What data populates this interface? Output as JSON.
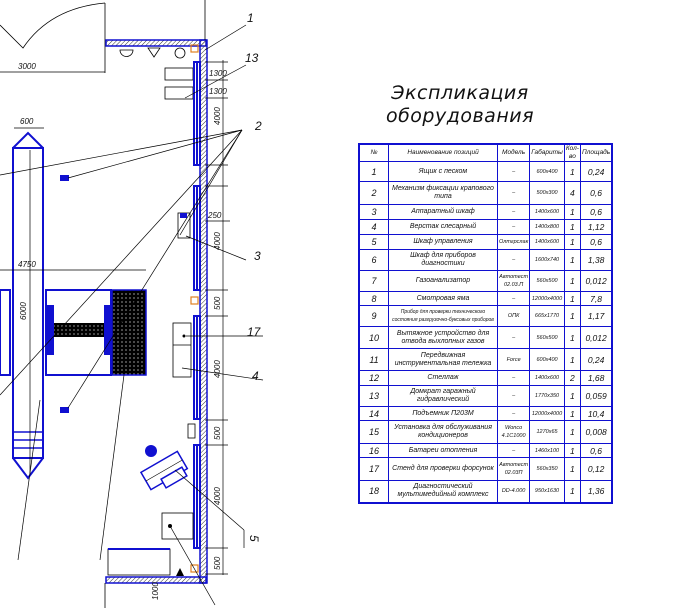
{
  "title": {
    "line1": "Экспликация",
    "line2": "оборудования"
  },
  "table": {
    "headers": [
      "№",
      "Наименование позиций",
      "Модель",
      "Габариты",
      "Кол-во",
      "Площадь"
    ],
    "rows": [
      {
        "no": "1",
        "name": "Ящик с песком",
        "model": "–",
        "size": "600х400",
        "qty": "1",
        "area": "0,24"
      },
      {
        "no": "2",
        "name": "Механизм фиксации крапового типа",
        "model": "–",
        "size": "500х300",
        "qty": "4",
        "area": "0,6"
      },
      {
        "no": "3",
        "name": "Аппаратный шкаф",
        "model": "–",
        "size": "1400х600",
        "qty": "1",
        "area": "0,6"
      },
      {
        "no": "4",
        "name": "Верстак слесарный",
        "model": "–",
        "size": "1400х800",
        "qty": "1",
        "area": "1,12"
      },
      {
        "no": "5",
        "name": "Шкаф управления",
        "model": "Олтгрслак",
        "size": "1400х600",
        "qty": "1",
        "area": "0,6"
      },
      {
        "no": "6",
        "name": "Шкаф для приборов диагностики",
        "model": "–",
        "size": "1600х740",
        "qty": "1",
        "area": "1,38"
      },
      {
        "no": "7",
        "name": "Газоанализатор",
        "model": "Автотест 02.03.П",
        "size": "560х500",
        "qty": "1",
        "area": "0,012"
      },
      {
        "no": "8",
        "name": "Смотровая яма",
        "model": "–",
        "size": "12000х4000",
        "qty": "1",
        "area": "7,8"
      },
      {
        "no": "9",
        "name": "Прибор для проверки технического состояния разгрузочно-буксовых приборов",
        "model": "ОПК",
        "size": "665х1770",
        "qty": "1",
        "area": "1,17"
      },
      {
        "no": "10",
        "name": "Вытяжное устройство для отвода выхлопных газов",
        "model": "–",
        "size": "560х500",
        "qty": "1",
        "area": "0,012"
      },
      {
        "no": "11",
        "name": "Передвижная инструментальная тележка",
        "model": "Force",
        "size": "600х400",
        "qty": "1",
        "area": "0,24"
      },
      {
        "no": "12",
        "name": "Стеллаж",
        "model": "–",
        "size": "1400х600",
        "qty": "2",
        "area": "1,68"
      },
      {
        "no": "13",
        "name": "Домкрат гаражный гидравлический",
        "model": "–",
        "size": "1770х350",
        "qty": "1",
        "area": "0,059"
      },
      {
        "no": "14",
        "name": "Подъемник П203М",
        "model": "–",
        "size": "12000х4000",
        "qty": "1",
        "area": "10,4"
      },
      {
        "no": "15",
        "name": "Установка для обслуживания кондиционеров",
        "model": "Wonco 4.1С1000",
        "size": "1270х65",
        "qty": "1",
        "area": "0,008"
      },
      {
        "no": "16",
        "name": "Батареи отопления",
        "model": "–",
        "size": "1460х100",
        "qty": "1",
        "area": "0,6"
      },
      {
        "no": "17",
        "name": "Стенд для проверки форсунок",
        "model": "Автотест 02.03П",
        "size": "560х350",
        "qty": "1",
        "area": "0,12"
      },
      {
        "no": "18",
        "name": "Диагностический мультимедийный комплекс",
        "model": "DD-4.000",
        "size": "950х1630",
        "qty": "1",
        "area": "1,36"
      }
    ]
  },
  "drawing": {
    "callouts": {
      "c1": "1",
      "c13": "13",
      "c2": "2",
      "c3": "3",
      "c17": "17",
      "c4": "4",
      "c5": "5"
    },
    "dims": {
      "door": "3000",
      "width600": "600",
      "span4750": "4750",
      "len6000": "6000",
      "d1300a": "1300",
      "d1300b": "1300",
      "d4000a": "4000",
      "d250": "250",
      "d4000b": "4000",
      "d500a": "500",
      "d4000c": "4000",
      "d500b": "500",
      "d4000d": "4000",
      "d500c": "500",
      "d1000": "1000"
    },
    "colors": {
      "equipment": "#1010d0",
      "lines": "#000000",
      "marker": "#e08020"
    }
  }
}
